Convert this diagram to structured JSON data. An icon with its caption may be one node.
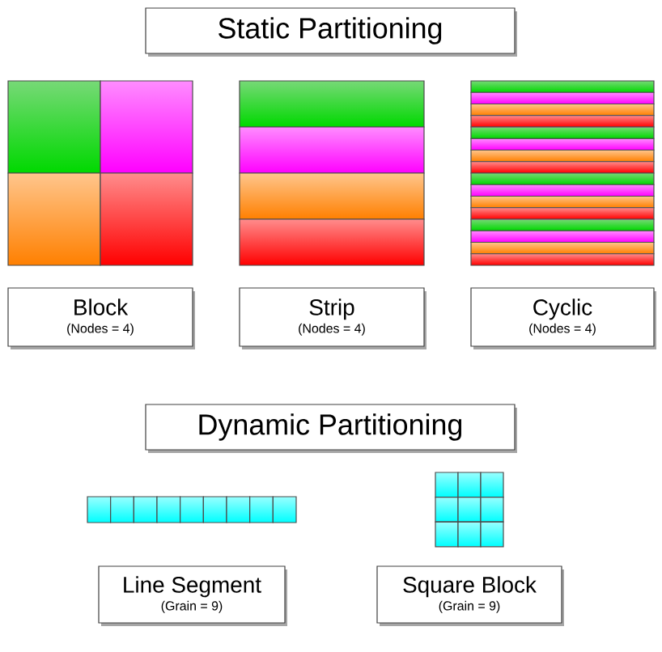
{
  "diagram": {
    "nodes": [
      {
        "text": [
          "Static Partitioning"
        ]
      },
      {
        "text": [
          "Block",
          "(Nodes = 4)"
        ]
      },
      {
        "text": [
          "Strip",
          "(Nodes = 4)"
        ]
      },
      {
        "text": [
          "Cyclic",
          "(Nodes = 4)"
        ]
      },
      {
        "text": [
          "Dynamic Partitioning"
        ]
      },
      {
        "text": [
          "Line Segment",
          "(Grain = 9)"
        ]
      },
      {
        "text": [
          "Square Block",
          "(Grain = 9)"
        ]
      }
    ]
  }
}
